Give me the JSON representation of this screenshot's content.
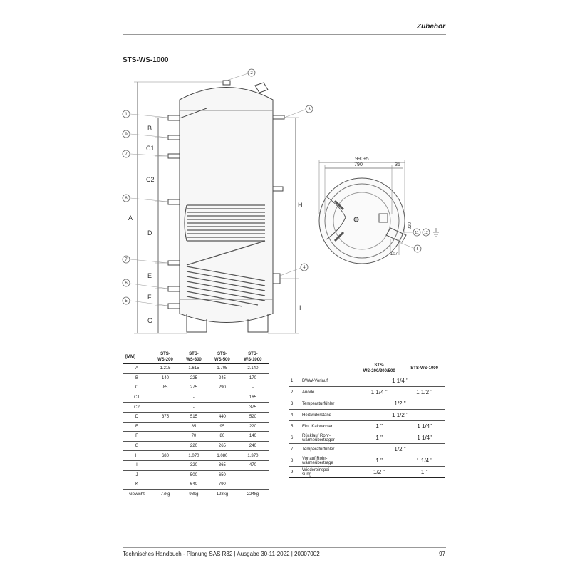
{
  "header": {
    "section": "Zubehör",
    "model": "STS-WS-1000"
  },
  "drawing": {
    "side_labels": [
      "B",
      "C1",
      "C2",
      "A",
      "D",
      "E",
      "F",
      "G"
    ],
    "right_labels": [
      "H",
      "I"
    ],
    "callouts": [
      "1",
      "9",
      "7",
      "8",
      "7",
      "6",
      "5",
      "2",
      "3",
      "4"
    ],
    "top_view": {
      "dim_total": "990±5",
      "dim_inner": "790",
      "dim_small": "35",
      "dim_side": "220",
      "dim_bottom": "107",
      "callouts": [
        "11",
        "12",
        "5"
      ]
    }
  },
  "dimension_table": {
    "headers": [
      "[MM]",
      "STS-\nWS-200",
      "STS-\nWS-300",
      "STS-\nWS-500",
      "STS-\nWS-1000"
    ],
    "rows": [
      [
        "A",
        "1.215",
        "1.615",
        "1.705",
        "2.140"
      ],
      [
        "B",
        "140",
        "225",
        "245",
        "170"
      ],
      [
        "C",
        "85",
        "275",
        "290",
        "-"
      ],
      [
        "C1",
        "",
        "-",
        "",
        "165"
      ],
      [
        "C2",
        "",
        "-",
        "",
        "375"
      ],
      [
        "D",
        "375",
        "515",
        "440",
        "520"
      ],
      [
        "E",
        "",
        "85",
        "95",
        "220"
      ],
      [
        "F",
        "",
        "70",
        "80",
        "140"
      ],
      [
        "G",
        "",
        "220",
        "265",
        "240"
      ],
      [
        "H",
        "680",
        "1.070",
        "1.080",
        "1.370"
      ],
      [
        "I",
        "",
        "320",
        "365",
        "470"
      ],
      [
        "J",
        "",
        "500",
        "650",
        "-"
      ],
      [
        "K",
        "",
        "640",
        "790",
        "-"
      ],
      [
        "Gewicht",
        "77kg",
        "98kg",
        "128kg",
        "224kg"
      ]
    ]
  },
  "connection_table": {
    "headers": [
      "",
      "",
      "STS-\nWS-200/300/500",
      "STS-WS-1000"
    ],
    "rows": [
      {
        "n": "1",
        "desc": "BWW-Vorlauf",
        "a": "1 1/4 \"",
        "b": "",
        "merged": true
      },
      {
        "n": "2",
        "desc": "Anode",
        "a": "1 1/4 \"",
        "b": "1 1/2 \"",
        "merged": false
      },
      {
        "n": "3",
        "desc": "Temperaturfühler",
        "a": "1/2 \"",
        "b": "",
        "merged": true
      },
      {
        "n": "4",
        "desc": "Heizwiderstand",
        "a": "1 1/2 \"",
        "b": "",
        "merged": true
      },
      {
        "n": "5",
        "desc": "Einl. Kaltwasser",
        "a": "1 \"",
        "b": "1 1/4\"",
        "merged": false
      },
      {
        "n": "6",
        "desc": "Rücklauf Rohr-\nwärmeübertrager",
        "a": "1 \"",
        "b": "1 1/4\"",
        "merged": false
      },
      {
        "n": "7",
        "desc": "Temperaturfühler",
        "a": "1/2 \"",
        "b": "",
        "merged": true
      },
      {
        "n": "8",
        "desc": "Vorlauf Rohr-\nwärmeübertrage",
        "a": "1 \"",
        "b": "1 1/4 \"",
        "merged": false
      },
      {
        "n": "9",
        "desc": "Wiedereinspei-\nsung",
        "a": "1/2 \"",
        "b": "1 \"",
        "merged": false
      }
    ]
  },
  "footer": {
    "text": "Technisches Handbuch - Planung SAS R32 | Ausgabe 30-11-2022 | 20007002",
    "page": "97"
  }
}
